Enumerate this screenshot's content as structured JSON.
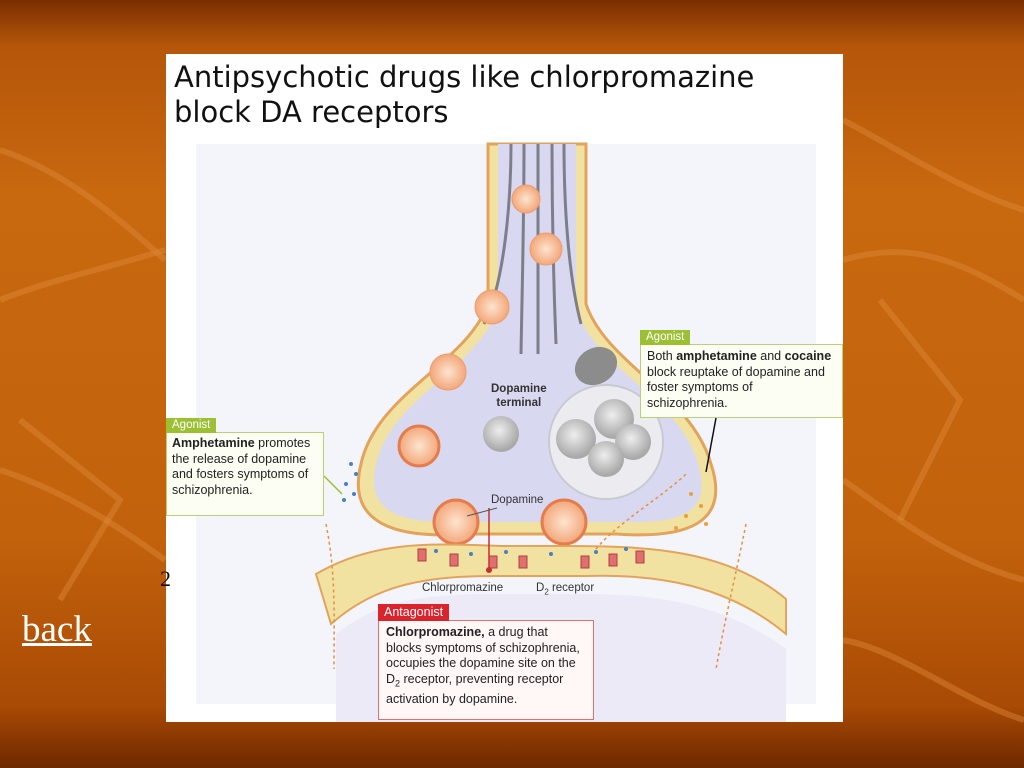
{
  "title": "Antipsychotic drugs like chlorpromazine\nblock DA receptors",
  "labels": {
    "terminal": "Dopamine\nterminal",
    "dopamine": "Dopamine",
    "chlorpromazine": "Chlorpromazine",
    "d2_receptor_prefix": "D",
    "d2_receptor_sub": "2",
    "d2_receptor_suffix": " receptor"
  },
  "callouts": {
    "left": {
      "tag": "Agonist",
      "bold": "Amphetamine",
      "text": "promotes the release of dopamine and fosters symptoms of schizophrenia."
    },
    "right": {
      "tag": "Agonist",
      "pre": "Both ",
      "bold1": "amphetamine",
      "mid": " and ",
      "bold2": "cocaine",
      "text": " block reuptake of dopamine and foster symptoms of schizophrenia."
    },
    "bottom": {
      "tag": "Antagonist",
      "bold": "Chlorpromazine,",
      "text1": " a drug that blocks symptoms of schizophrenia, occupies the dopamine site on the D",
      "sub": "2",
      "text2": " receptor, preventing receptor activation by dopamine."
    }
  },
  "stray_char": "2",
  "back_label": "back",
  "colors": {
    "agonist": "#9cbf34",
    "antagonist": "#d9232d",
    "membrane": "#e0a060",
    "cytoplasm": "#d8d8f0"
  }
}
